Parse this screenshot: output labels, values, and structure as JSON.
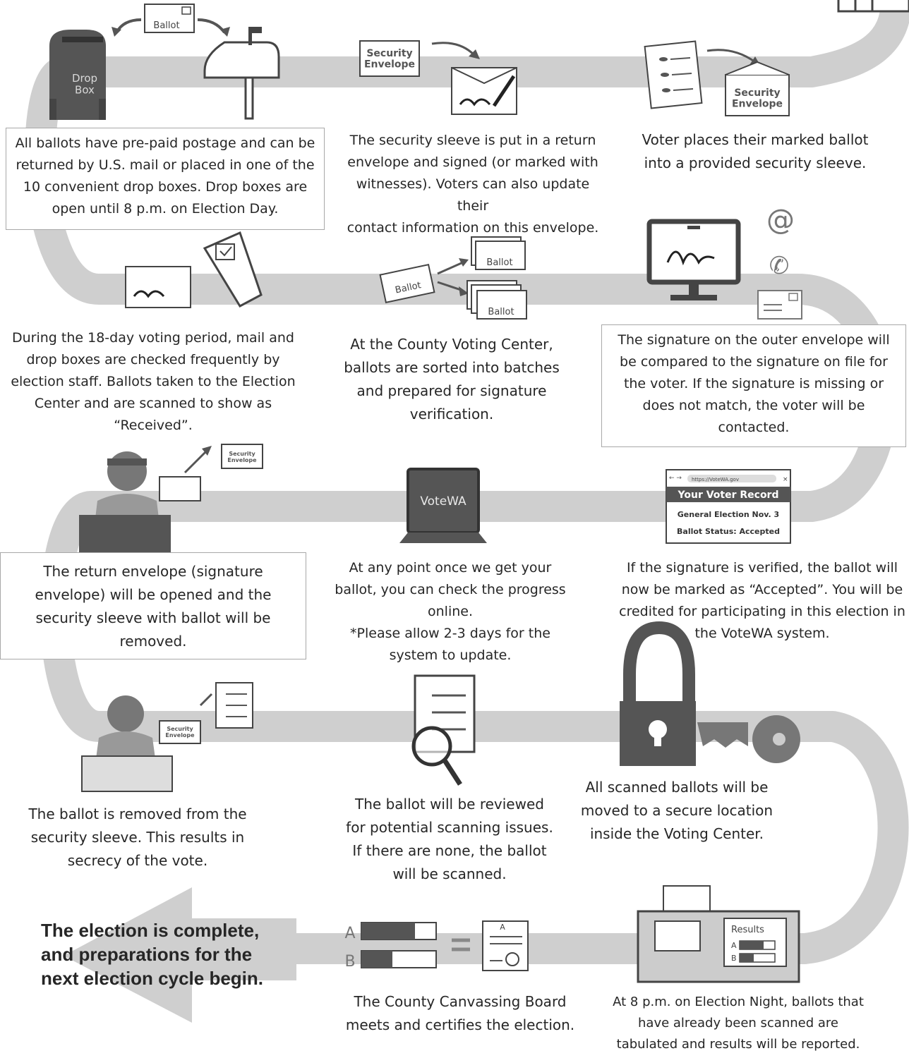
{
  "icons": {
    "ballot_label": "Ballot",
    "drop_box_label": "Drop\nBox",
    "security_envelope_label": "Security\nEnvelope",
    "votewa_screen_label": "VoteWA",
    "browser_url": "https://VoteWA.gov",
    "voter_record_title": "Your Voter Record",
    "voter_record_election": "General Election Nov. 3",
    "voter_record_status": "Ballot Status: Accepted",
    "results_label": "Results",
    "result_row_a": "A",
    "result_row_b": "B",
    "cert_letter": "A",
    "signature_mark": "×",
    "browser_close": "×",
    "browser_nav": "← →"
  },
  "steps": [
    {
      "id": "return_options",
      "text": "All ballots have pre-paid postage and can be\nreturned by U.S. mail or placed in one of the\n10 convenient drop boxes. Drop boxes are\nopen until 8 p.m. on Election Day."
    },
    {
      "id": "return_envelope",
      "text": "The security sleeve is put in a return\nenvelope and signed (or marked with\nwitnesses). Voters can also update their\ncontact information on this envelope."
    },
    {
      "id": "security_sleeve",
      "text": "Voter places their marked ballot\ninto a provided security sleeve."
    },
    {
      "id": "received",
      "text": "During the 18-day voting period, mail and\ndrop boxes are checked frequently by\nelection staff. Ballots taken to the Election\nCenter and are scanned to show as\n“Received”."
    },
    {
      "id": "batches",
      "text": "At the County Voting Center,\nballots are sorted into batches\nand prepared for signature\nverification."
    },
    {
      "id": "signature_check",
      "text": "The signature on the outer envelope will\nbe compared to the signature on file for\nthe voter. If the signature is missing or\ndoes not match, the voter will be\ncontacted."
    },
    {
      "id": "opened",
      "text": "The return envelope (signature\nenvelope) will be opened and the\nsecurity sleeve with ballot will be\nremoved."
    },
    {
      "id": "check_online",
      "text": "At any point once we get your\nballot, you can check the progress\nonline.\n*Please allow 2-3 days for the\nsystem to update."
    },
    {
      "id": "accepted",
      "text": "If the signature is verified, the ballot will\nnow be marked as “Accepted”. You will be\ncredited for participating in this election in\nthe VoteWA system."
    },
    {
      "id": "secrecy",
      "text": "The ballot is removed from the\nsecurity sleeve. This results in\nsecrecy of the vote."
    },
    {
      "id": "review",
      "text": "The ballot will be reviewed\nfor potential scanning issues.\nIf there are none, the ballot\nwill be scanned."
    },
    {
      "id": "secure",
      "text": "All scanned ballots will be\nmoved to a secure location\ninside the Voting Center."
    },
    {
      "id": "certify",
      "text": "The County Canvassing Board\nmeets and certifies the election."
    },
    {
      "id": "tabulate",
      "text": "At 8 p.m. on Election Night, ballots that\nhave already been scanned are\ntabulated and results will be reported."
    }
  ],
  "final_message": "The election is complete,\nand preparations for the\nnext election cycle begin."
}
